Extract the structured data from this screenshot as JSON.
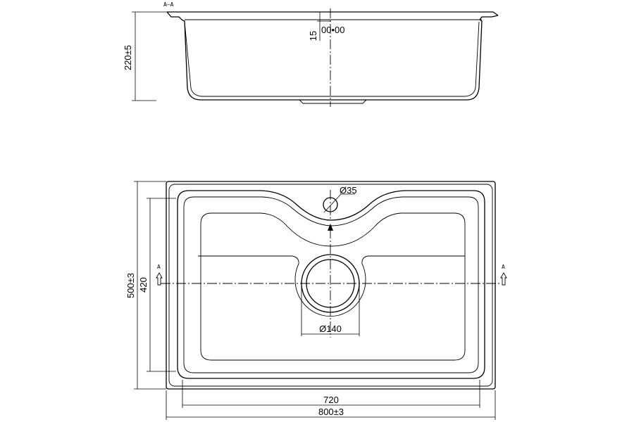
{
  "section_view": {
    "label": "A—A",
    "height_dim": "220±5",
    "depth_dim": "15",
    "inlet_text": "00•00"
  },
  "plan_view": {
    "tap_hole_dim": "Ø35",
    "drain_dim": "Ø140",
    "inner_height_dim": "420",
    "outer_height_dim": "500±3",
    "inner_width_dim": "720",
    "outer_width_dim": "800±3",
    "section_marker_left": "A",
    "section_marker_right": "A"
  }
}
